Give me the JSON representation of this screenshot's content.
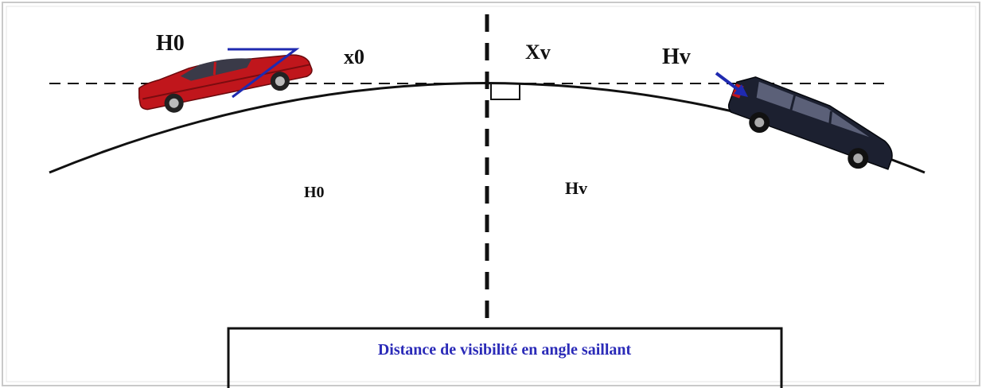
{
  "diagram": {
    "labels": {
      "h0_top": "H0",
      "x0": "x0",
      "xv": "Xv",
      "hv_top": "Hv",
      "h0_bottom": "H0",
      "hv_bottom": "Hv"
    },
    "caption": "Distance de visibilité en angle saillant",
    "colors": {
      "line": "#111111",
      "pointer": "#1f2ab0",
      "caption": "#2b2bb8",
      "car_left": "#c0161c",
      "car_right": "#1c2030"
    },
    "icons": {
      "car_left": "red-car-icon",
      "car_right": "dark-suv-icon"
    }
  }
}
